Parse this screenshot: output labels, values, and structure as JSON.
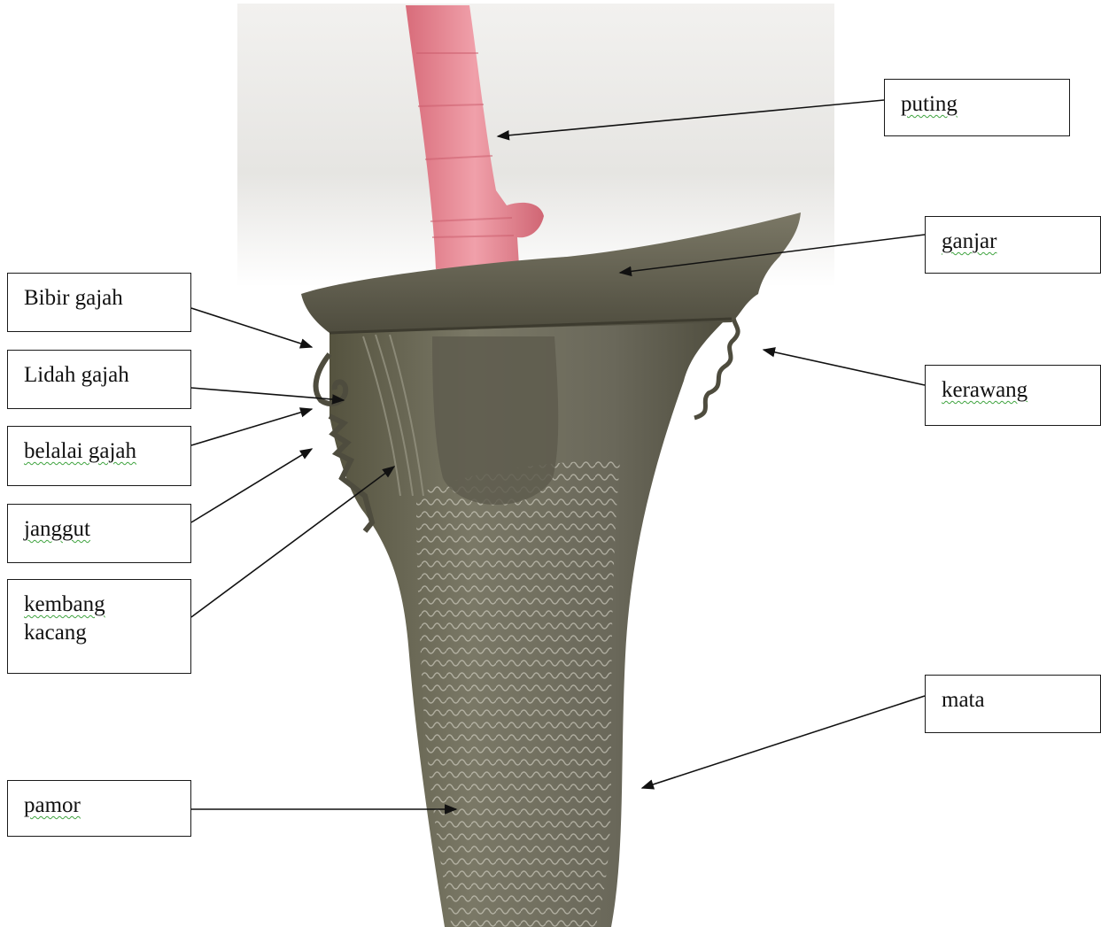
{
  "labels": {
    "puting": "puting",
    "ganjar": "ganjar",
    "kerawang": "kerawang",
    "bibir_gajah": "Bibir gajah",
    "lidah_gajah": "Lidah gajah",
    "belalai_gajah": "belalai gajah",
    "janggut": "janggut",
    "kembang_kacang_line1": "kembang",
    "kembang_kacang_line2": "kacang",
    "mata": "mata",
    "pamor": "pamor"
  },
  "colors": {
    "photo_background": "#ecebe9",
    "handle_pink": "#e98a95",
    "blade_steel": "#6e6c5c",
    "pamor_pattern": "#d6d4c6",
    "arrow": "#111111",
    "label_border": "#1a1a1a",
    "spellcheck_underline": "#3fa33f"
  }
}
